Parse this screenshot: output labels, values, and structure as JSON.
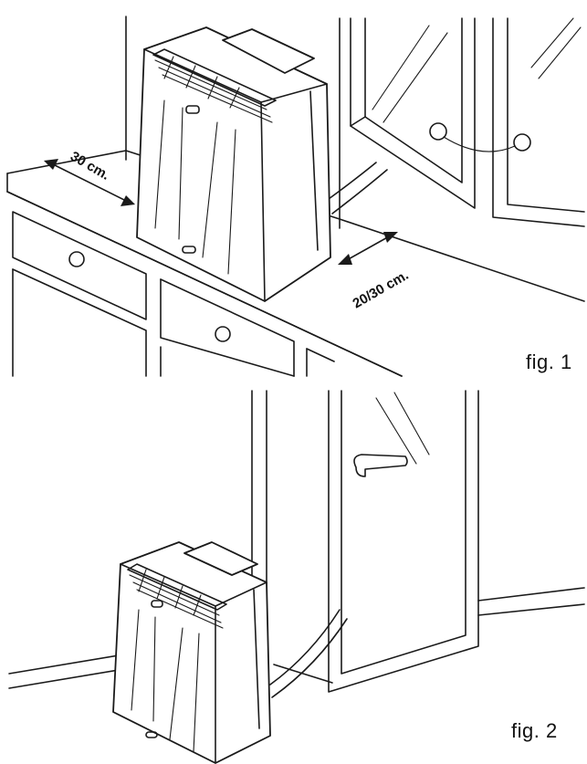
{
  "figure1": {
    "caption": "fig. 1",
    "dimension_side": "30 cm.",
    "dimension_back": "20/30 cm."
  },
  "figure2": {
    "caption": "fig. 2"
  },
  "colors": {
    "line": "#1a1a1a",
    "background": "#ffffff"
  }
}
